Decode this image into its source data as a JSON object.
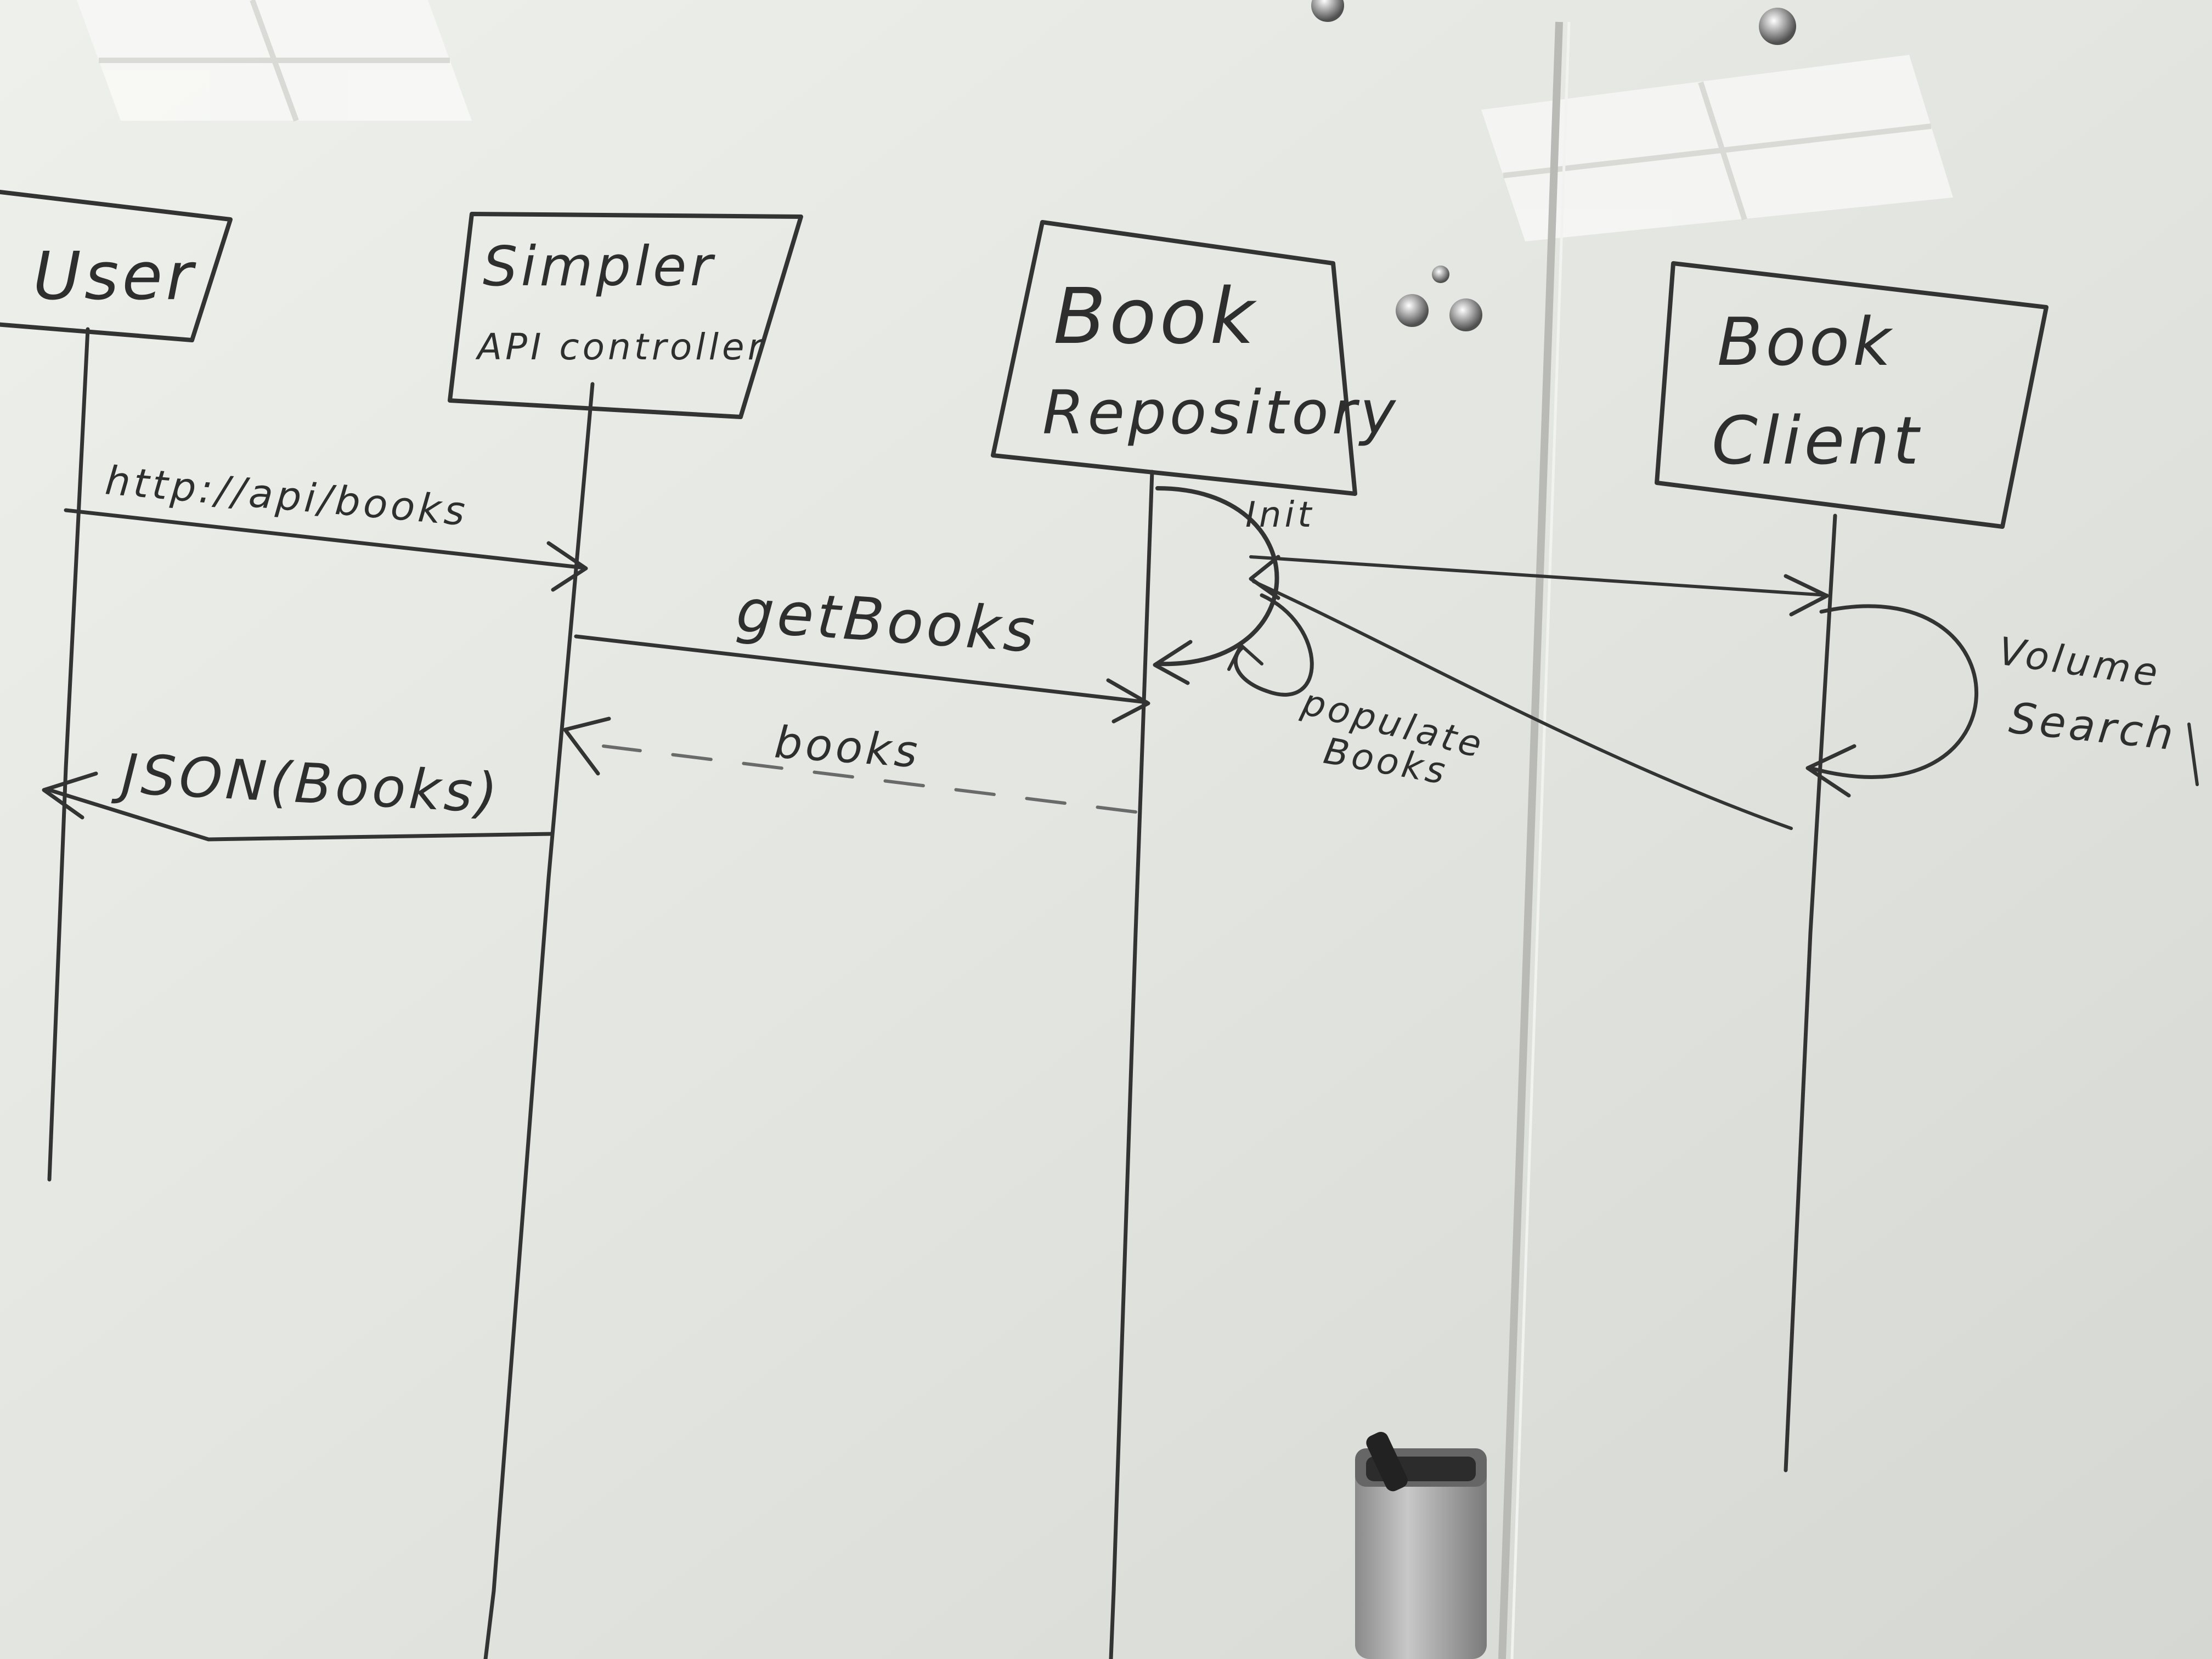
{
  "participants": {
    "user": "User",
    "controller_line1": "Simpler",
    "controller_line2": "API controller",
    "repo_line1": "Book",
    "repo_line2": "Repository",
    "client_line1": "Book",
    "client_line2": "Client"
  },
  "messages": {
    "http": "http://api/books",
    "get_books": "getBooks",
    "books_return": "books",
    "json_return": "JSON(Books)",
    "init": "Init",
    "populate_line1": "populate",
    "populate_line2": "Books",
    "volume_line1": "Volume",
    "volume_line2": "Search"
  },
  "colors": {
    "board": "#e4e5e1",
    "ink": "#333333"
  }
}
